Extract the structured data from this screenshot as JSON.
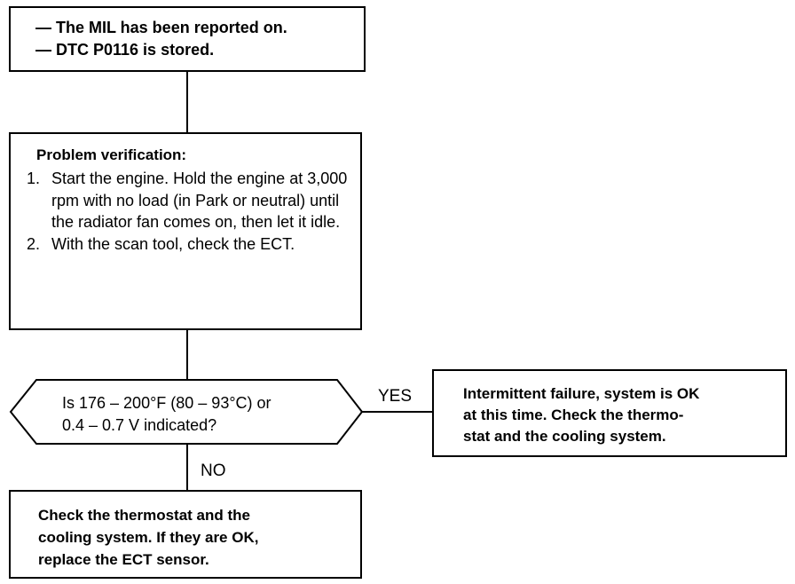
{
  "start_box": {
    "lines": [
      "— The MIL has been reported on.",
      "— DTC P0116 is stored."
    ]
  },
  "verify_box": {
    "heading": "Problem verification:",
    "steps": [
      "Start the engine. Hold the engine at 3,000 rpm with no load (in Park or neutral) until the radiator fan comes on, then let it idle.",
      "With the scan tool, check the ECT."
    ]
  },
  "decision": {
    "line1": "Is 176 – 200°F (80 – 93°C) or",
    "line2": "0.4 – 0.7 V indicated?"
  },
  "yes_label": "YES",
  "no_label": "NO",
  "yes_box": {
    "line1": "Intermittent failure, system is OK",
    "line2": "at this time. Check the thermo-",
    "line3": "stat and the cooling system."
  },
  "no_box": {
    "line1": "Check the thermostat and the",
    "line2": "cooling system. If they are OK,",
    "line3": "replace the ECT sensor."
  }
}
